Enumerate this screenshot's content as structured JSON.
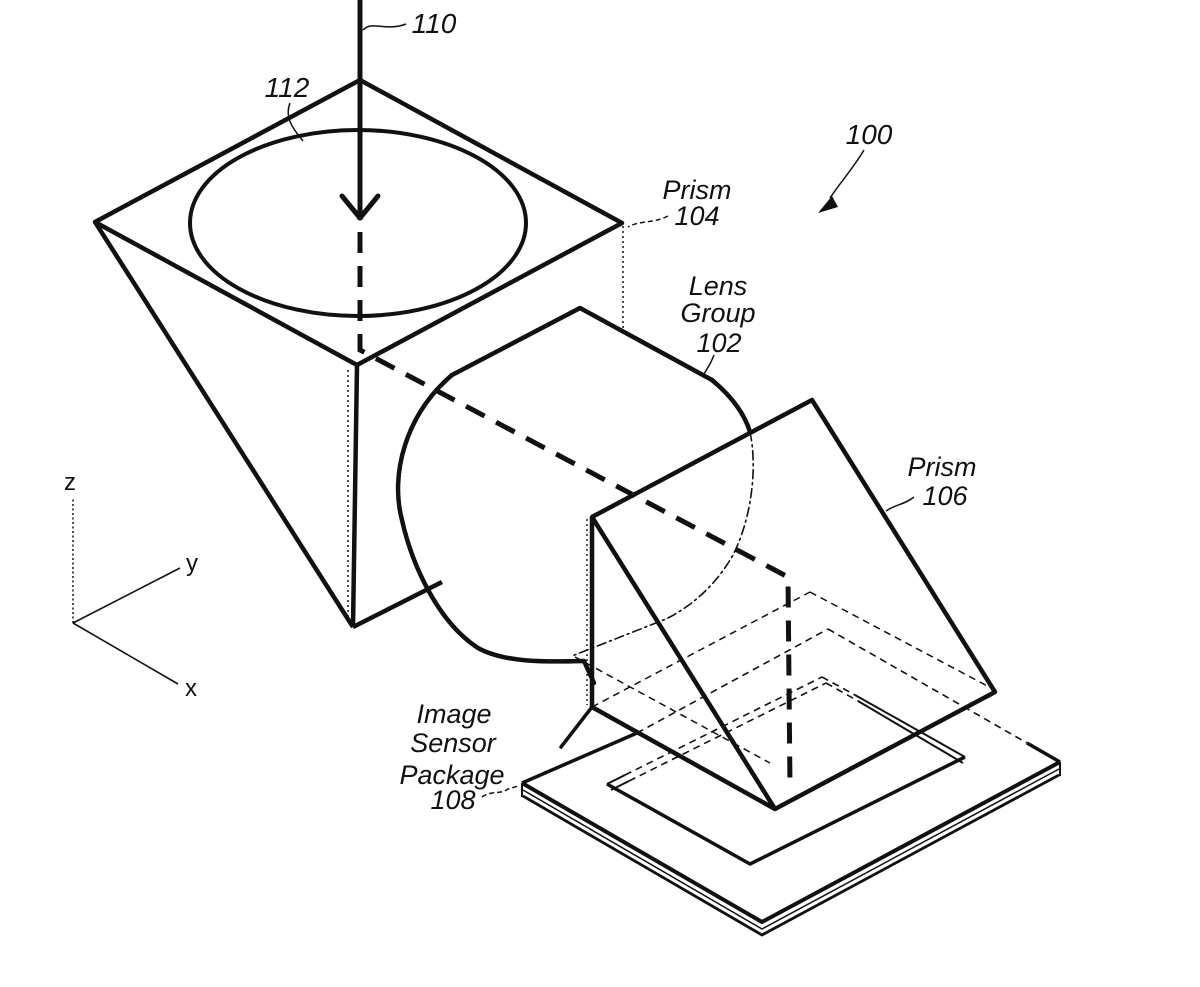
{
  "colors": {
    "line": "#111111",
    "background": "#ffffff"
  },
  "labels": {
    "ref_100": "100",
    "ref_110": "110",
    "ref_112": "112",
    "prism_104_name": "Prism",
    "prism_104_num": "104",
    "lens_group_word1": "Lens",
    "lens_group_word2": "Group",
    "lens_group_num": "102",
    "prism_106_name": "Prism",
    "prism_106_num": "106",
    "sensor_word1": "Image",
    "sensor_word2": "Sensor",
    "sensor_word3": "Package",
    "sensor_num": "108"
  },
  "axes": {
    "x": "x",
    "y": "y",
    "z": "z"
  }
}
